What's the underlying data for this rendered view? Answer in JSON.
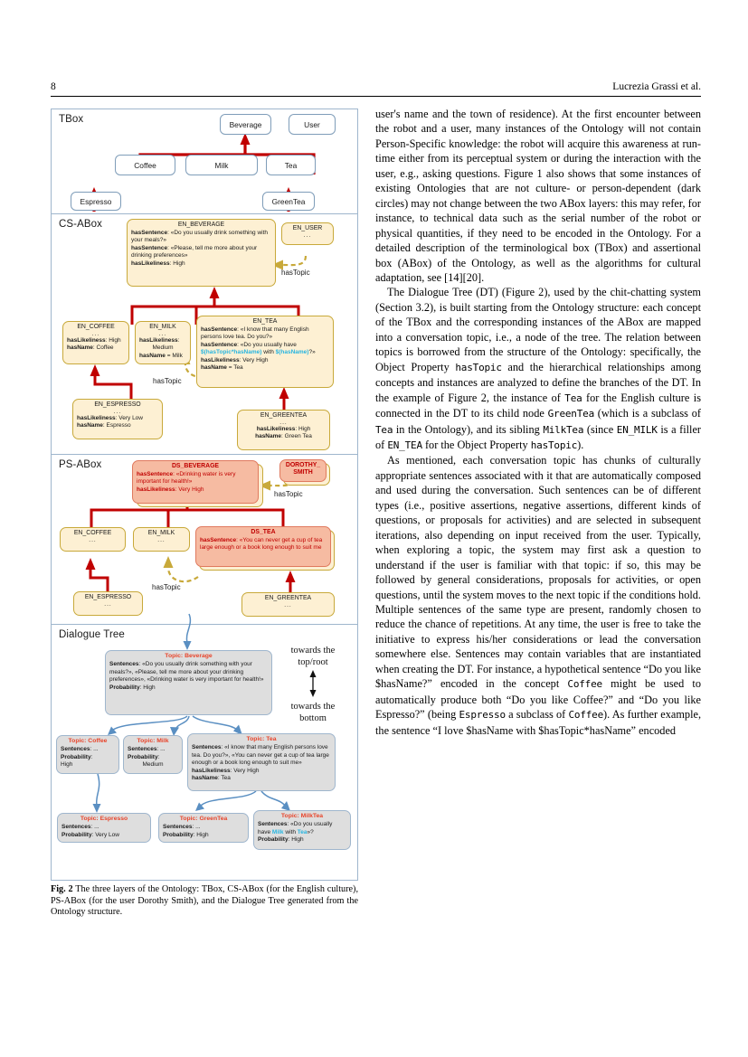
{
  "header": {
    "page_number": "8",
    "authors": "Lucrezia Grassi et al."
  },
  "figure": {
    "layers": [
      {
        "title": "TBox"
      },
      {
        "title": "CS-ABox"
      },
      {
        "title": "PS-ABox"
      },
      {
        "title": "Dialogue Tree"
      }
    ],
    "tbox": {
      "nodes": [
        "Beverage",
        "User",
        "Coffee",
        "Milk",
        "Tea",
        "Espresso",
        "GreenTea"
      ]
    },
    "cs_abox": {
      "en_beverage": {
        "title": "EN_BEVERAGE",
        "l1_key": "hasSentence",
        "l1_val": ": «Do you usually drink something with your meals?»",
        "l2_key": "hasSentence",
        "l2_val": ": «Please, tell me more about your drinking preferences»",
        "l3_key": "hasLikeliness",
        "l3_val": ": High"
      },
      "en_user": {
        "title": "EN_USER",
        "dots": "..."
      },
      "en_coffee": {
        "title": "EN_COFFEE",
        "dots": "...",
        "l1_key": "hasLikeliness",
        "l1_val": ": High",
        "l2_key": "hasName",
        "l2_val": ": Coffee"
      },
      "en_milk": {
        "title": "EN_MILK",
        "dots": "...",
        "l1_key": "hasLikeliness",
        "l1_val": ":",
        "l1_val2": "Medium",
        "l2_key": "hasName",
        "l2_val": " = Milk"
      },
      "en_tea": {
        "title": "EN_TEA",
        "l1_key": "hasSentence",
        "l1_val": ": «I know that many English persons love tea. Do you?»",
        "l2_key": "hasSentence",
        "l2_val": ": «Do you usually have ",
        "l2_var1": "$(hasTopic*hasName)",
        "l2_mid": " with ",
        "l2_var2": "$(hasName)",
        "l2_end": "?»",
        "l3_key": "hasLikeliness",
        "l3_val": ": Very High",
        "l4_key": "hasName",
        "l4_val": " = Tea"
      },
      "en_espresso": {
        "title": "EN_ESPRESSO",
        "dots": "...",
        "l1_key": "hasLikeliness",
        "l1_val": ": Very Low",
        "l2_key": "hasName",
        "l2_val": ": Espresso"
      },
      "en_greentea": {
        "title": "EN_GREENTEA",
        "dots": "...",
        "l1_key": "hasLikeliness",
        "l1_val": ": High",
        "l2_key": "hasName",
        "l2_val": ": Green Tea"
      },
      "has_topic_label_1": "hasTopic",
      "has_topic_label_2": "hasTopic"
    },
    "ps_abox": {
      "ds_beverage": {
        "title": "DS_BEVERAGE",
        "l1_key": "hasSentence",
        "l1_val": ": «Drinking water is very important for health!»",
        "l2_key": "hasLikeliness",
        "l2_val": ": Very High"
      },
      "dorothy_smith": {
        "line1": "DOROTHY_",
        "line2": "SMITH"
      },
      "en_coffee": {
        "title": "EN_COFFEE",
        "dots": "..."
      },
      "en_milk": {
        "title": "EN_MILK",
        "dots": "..."
      },
      "ds_tea": {
        "title": "DS_TEA",
        "l1_key": "hasSentence",
        "l1_val": ": «You can never get a cup of tea large enough or a book long enough to suit me"
      },
      "en_espresso": {
        "title": "EN_ESPRESSO",
        "dots": "..."
      },
      "en_greentea": {
        "title": "EN_GREENTEA",
        "dots": "..."
      },
      "has_topic_label_1": "hasTopic",
      "has_topic_label_2": "hasTopic"
    },
    "dialogue_tree": {
      "beverage": {
        "title": "Topic: Beverage",
        "l1_key": "Sentences",
        "l1_val": ": «Do you usually drink something with your meals?»,  «Please, tell me more about your drinking preferences», «Drinking water is very important for health!»",
        "l2_key": "Probability",
        "l2_val": ": High"
      },
      "coffee": {
        "title": "Topic: Coffee",
        "l1_key": "Sentences",
        "l1_val": ": ...",
        "l2_key": "Probability",
        "l2_val": ":",
        "l2_val2": "High"
      },
      "milk": {
        "title": "Topic: Milk",
        "l1_key": "Sentences",
        "l1_val": ": ...",
        "l2_key": "Probability",
        "l2_val": ":",
        "l2_val2": "Medium"
      },
      "tea": {
        "title": "Topic: Tea",
        "l1_key": "Sentences",
        "l1_val": ": «I know that many English persons love tea. Do you?», «You can never get a cup of tea large enough or a book long enough to suit me»",
        "l2_key": "hasLikeliness",
        "l2_val": ": Very High",
        "l3_key": "hasName",
        "l3_val": ": Tea"
      },
      "espresso": {
        "title": "Topic: Espresso",
        "l1_key": "Sentences",
        "l1_val": ": ...",
        "l2_key": "Probability",
        "l2_val": ": Very Low"
      },
      "greentea": {
        "title": "Topic: GreenTea",
        "l1_key": "Sentences",
        "l1_val": ": ...",
        "l2_key": "Probability",
        "l2_val": ": High"
      },
      "milktea": {
        "title": "Topic: MilkTea",
        "l1_key": "Sentences",
        "l1_val": ": «Do you usually have ",
        "l1_var1": "Milk",
        "l1_mid": " with ",
        "l1_var2": "Tea",
        "l1_end": "»?",
        "l2_key": "Probability",
        "l2_val": ": High"
      },
      "direction_top": "towards the top/root",
      "direction_bottom": "towards the bottom"
    },
    "caption_bold": "Fig. 2",
    "caption_text": "The three layers of the Ontology: TBox, CS-ABox (for the English culture), PS-ABox (for the user Dorothy Smith), and the Dialogue Tree generated from the Ontology structure."
  },
  "body": {
    "p1": "user's name and the town of residence). At the first encounter between the robot and a user, many instances of the Ontology will not contain Person-Specific knowledge: the robot will acquire this awareness at run-time either from its perceptual system or during the interaction with the user, e.g., asking questions. Figure 1 also shows that some instances of existing Ontologies that are not culture- or person-dependent (dark circles) may not change between the two ABox layers: this may refer, for instance, to technical data such as the serial number of the robot or physical quantities, if they need to be encoded in the Ontology. For a detailed description of the terminological box (TBox) and assertional box (ABox) of the Ontology, as well as the algorithms for cultural adaptation, see [14][20].",
    "p2_a": "The Dialogue Tree (DT) (Figure 2), used by the chit-chatting system (Section 3.2), is built starting from the Ontology structure: each concept of the TBox and the corresponding instances of the ABox are mapped into a conversation topic, i.e., a node of the tree. The relation between topics is borrowed from the structure of the Ontology: specifically, the Object Property ",
    "p2_m1": "hasTopic",
    "p2_b": " and the hierarchical relationships among concepts and instances are analyzed to define the branches of the DT. In the example of Figure 2, the instance of ",
    "p2_m2": "Tea",
    "p2_c": " for the English culture is connected in the DT to its child node ",
    "p2_m3": "GreenTea",
    "p2_d": " (which is a subclass of ",
    "p2_m4": "Tea",
    "p2_e": " in the Ontology), and its sibling ",
    "p2_m5": "MilkTea",
    "p2_f": " (since ",
    "p2_m6": "EN_MILK",
    "p2_g": " is a filler of ",
    "p2_m7": "EN_TEA",
    "p2_h": " for the Object Property ",
    "p2_m8": "hasTopic",
    "p2_i": ").",
    "p3_a": "As mentioned, each conversation topic has chunks of culturally appropriate sentences associated with it that are automatically composed and used during the conversation. Such sentences can be of different types (i.e., positive assertions, negative assertions, different kinds of questions, or proposals for activities) and are selected in subsequent iterations, also depending on input received from the user. Typically, when exploring a topic, the system may first ask a question to understand if the user is familiar with that topic: if so, this may be followed by general considerations, proposals for activities, or open questions, until the system moves to the next topic if the conditions hold. Multiple sentences of the same type are present, randomly chosen to reduce the chance of repetitions. At any time, the user is free to take the initiative to express his/her considerations or lead the conversation somewhere else. Sentences may contain variables that are instantiated when creating the DT. For instance, a hypothetical sentence “Do you like $hasName?” encoded in the concept ",
    "p3_m1": "Coffee",
    "p3_b": " might be used to automatically produce both “Do you like Coffee?” and “Do you like Espresso?” (being ",
    "p3_m2": "Espresso",
    "p3_c": " a subclass of ",
    "p3_m3": "Coffee",
    "p3_d": "). As further example, the sentence “I love $hasName with $hasTopic*hasName” encoded"
  }
}
